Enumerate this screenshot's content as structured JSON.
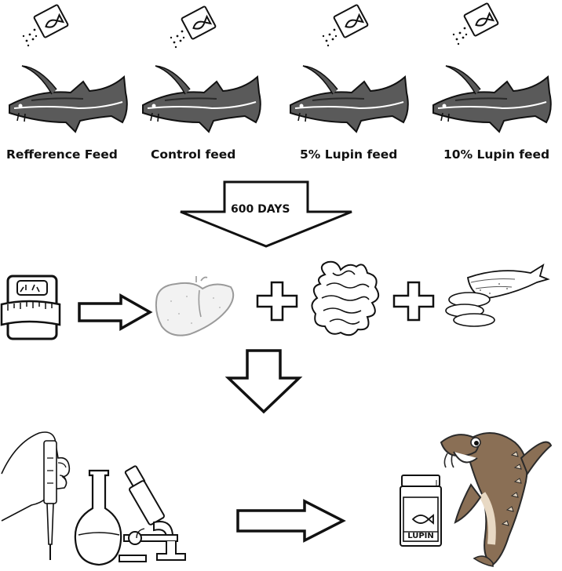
{
  "feeds": [
    {
      "label": "Refference Feed"
    },
    {
      "label": "Control feed"
    },
    {
      "label": "5% Lupin feed"
    },
    {
      "label": "10% Lupin feed"
    }
  ],
  "duration_label": "600 DAYS",
  "supplement_jar_label": "LUPIN",
  "colors": {
    "ink": "#111111",
    "fish_gray": "#5a5a5a",
    "fish_dark": "#2a2a2a",
    "organ_gray": "#9a9a9a",
    "sturgeon_brown": "#8a6f55",
    "sturgeon_light": "#e8d9c4"
  }
}
